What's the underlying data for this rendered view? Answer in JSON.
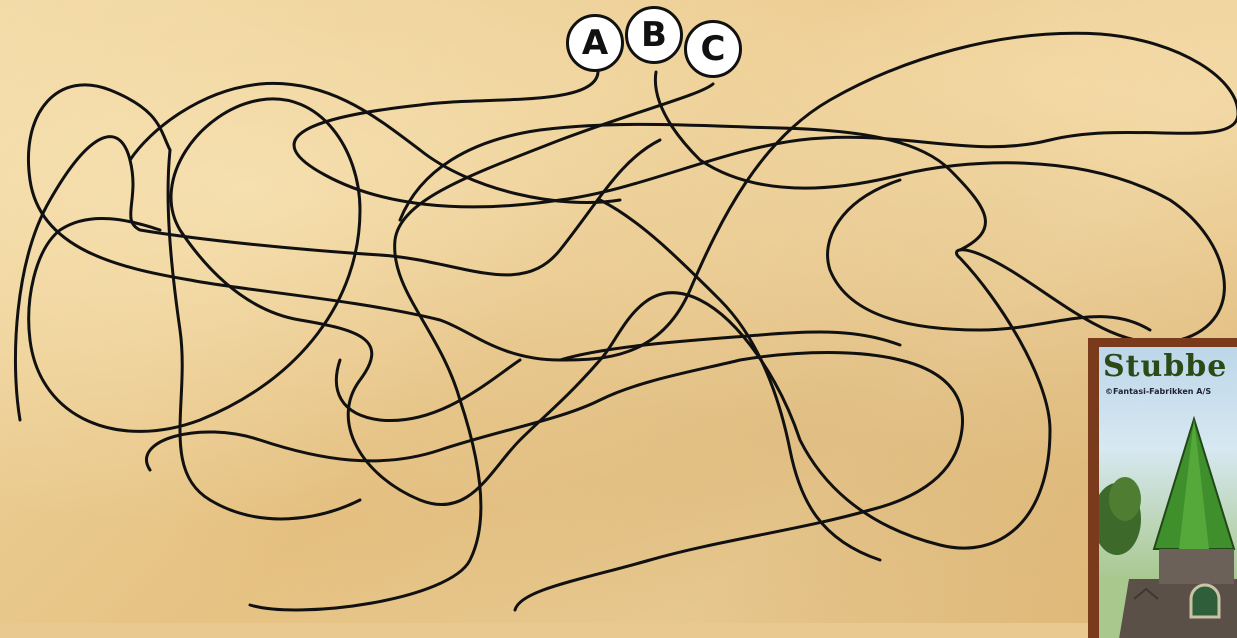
{
  "puzzle": {
    "type": "tangled-lines maze",
    "starts": [
      {
        "id": "a",
        "label": "A"
      },
      {
        "id": "b",
        "label": "B"
      },
      {
        "id": "c",
        "label": "C"
      }
    ]
  },
  "box_cover": {
    "title": "Stubbe",
    "copyright": "©Fantasi-Fabrikken A/S"
  },
  "colors": {
    "parchment": "#e9c98f",
    "line": "#111111",
    "frame": "#7a3a1c",
    "roof": "#3f8f2c"
  }
}
